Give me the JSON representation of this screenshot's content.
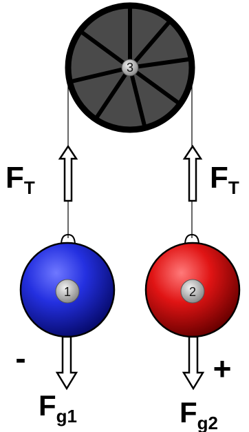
{
  "colors": {
    "pulley": "#4a4a4a",
    "pulley_rim": "#000000",
    "ball_1": "#1a1fd0",
    "ball_2": "#e01010",
    "axle_badge": "#bdbdbd"
  },
  "pulley": {
    "axle_number": "3"
  },
  "balls": [
    {
      "number": "1"
    },
    {
      "number": "2"
    }
  ],
  "tension_labels": [
    {
      "main": "F",
      "sub": "T"
    },
    {
      "main": "F",
      "sub": "T"
    }
  ],
  "gravity_labels": [
    {
      "main": "F",
      "sub": "g1"
    },
    {
      "main": "F",
      "sub": "g2"
    }
  ],
  "signs": {
    "left": "-",
    "right": "+"
  }
}
